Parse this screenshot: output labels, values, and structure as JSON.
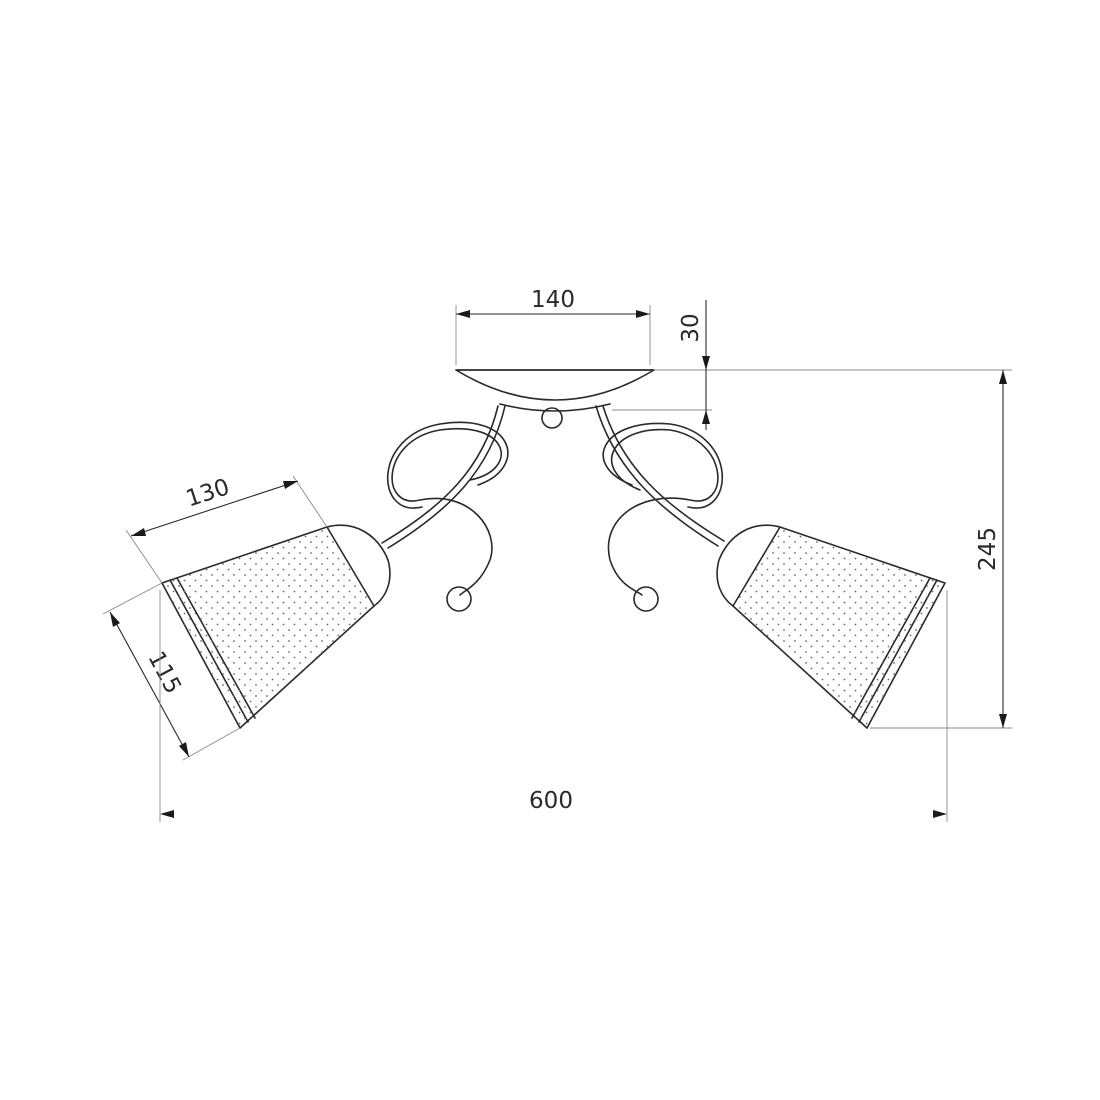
{
  "dimensions": {
    "canopy_width": "140",
    "canopy_height": "30",
    "total_height": "245",
    "shade_length": "130",
    "shade_diameter": "115",
    "total_width": "600"
  },
  "colors": {
    "line": "#2a2a2a",
    "extension": "#8a8a8a",
    "background": "#ffffff"
  }
}
